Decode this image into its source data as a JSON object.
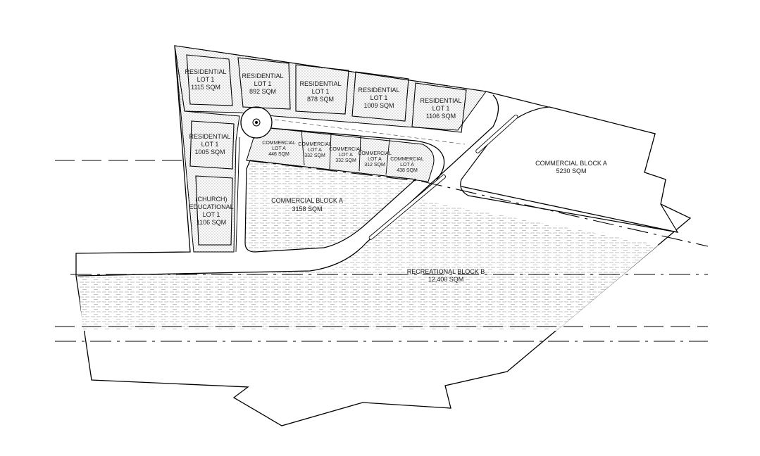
{
  "plan": {
    "residential_lots": [
      {
        "line1": "RESIDENTIAL",
        "line2": "LOT 1",
        "area": "1115 SQM"
      },
      {
        "line1": "RESIDENTIAL",
        "line2": "LOT 1",
        "area": "892 SQM"
      },
      {
        "line1": "RESIDENTIAL",
        "line2": "LOT 1",
        "area": "878 SQM"
      },
      {
        "line1": "RESIDENTIAL",
        "line2": "LOT 1",
        "area": "1009 SQM"
      },
      {
        "line1": "RESIDENTIAL",
        "line2": "LOT 1",
        "area": "1106 SQM"
      },
      {
        "line1": "RESIDENTIAL",
        "line2": "LOT 1",
        "area": "1005 SQM"
      }
    ],
    "church_lot": {
      "line1": "(CHURCH)",
      "line2": "EDUCATIONAL",
      "line3": "LOT 1",
      "area": "1106 SQM"
    },
    "commercial_lots": [
      {
        "line1": "COMMERCIAL",
        "line2": "LOT A",
        "area": "446 SQM"
      },
      {
        "line1": "COMMERCIAL",
        "line2": "LOT A",
        "area": "332 SQM"
      },
      {
        "line1": "COMMERCIAL",
        "line2": "LOT A",
        "area": "332 SQM"
      },
      {
        "line1": "COMMERCIAL",
        "line2": "LOT A",
        "area": "312 SQM"
      },
      {
        "line1": "COMMERCIAL",
        "line2": "LOT A",
        "area": "438 SQM"
      }
    ],
    "commercial_block_center": {
      "name": "COMMERCIAL BLOCK A",
      "area": "3158 SQM"
    },
    "commercial_block_east": {
      "name": "COMMERCIAL BLOCK A",
      "area": "5230 SQM"
    },
    "recreational_block": {
      "name": "RECREATIONAL BLOCK B",
      "area": "12,400 SQM"
    }
  }
}
